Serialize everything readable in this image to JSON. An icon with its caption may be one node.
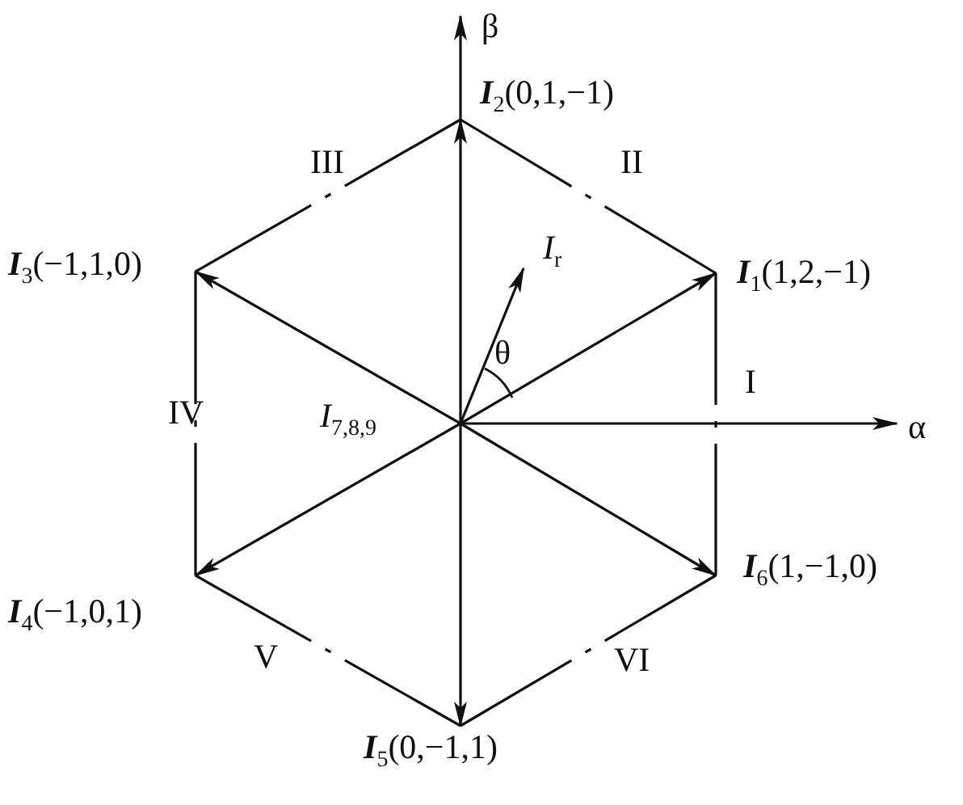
{
  "diagram": {
    "nodes": [
      {
        "text": [
          "*I*$_{7,8,9}$"
        ]
      },
      {
        "text": [
          "**I**$_{1}$(1,2,−1)"
        ]
      },
      {
        "text": [
          "**I**$_{2}$(0,1,−1)"
        ]
      },
      {
        "text": [
          "**I**$_{3}$(−1,1,0)"
        ]
      },
      {
        "text": [
          "**I**$_{4}$(−1,0,1)"
        ]
      },
      {
        "text": [
          "**I**$_{5}$(0,−1,1)"
        ]
      },
      {
        "text": [
          "**I**$_{6}$(1,−1,0)"
        ]
      },
      {
        "text": [
          "*I*$_{r}$"
        ]
      }
    ],
    "edges": [
      {
        "from": 0,
        "to": 1,
        "arrow": "to"
      },
      {
        "from": 0,
        "to": 2,
        "arrow": "to"
      },
      {
        "from": 0,
        "to": 3,
        "arrow": "to"
      },
      {
        "from": 0,
        "to": 4,
        "arrow": "to"
      },
      {
        "from": 0,
        "to": 5,
        "arrow": "to"
      },
      {
        "from": 0,
        "to": 6,
        "arrow": "to"
      },
      {
        "from": 0,
        "to": 7,
        "arrow": "to"
      }
    ],
    "labels": [
      "β",
      "III",
      "II",
      "θ",
      "I",
      "IV",
      "α",
      "V",
      "VI"
    ]
  }
}
